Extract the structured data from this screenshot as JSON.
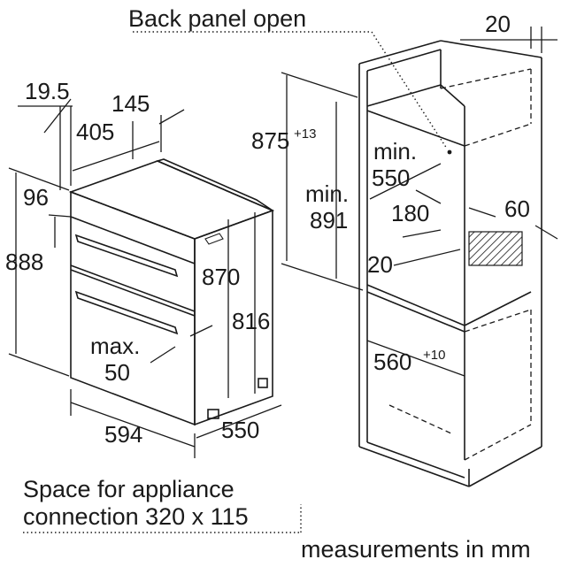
{
  "labels": {
    "back_panel_open": "Back panel open",
    "dim_20_top": "20",
    "dim_19_5": "19.5",
    "dim_145": "145",
    "dim_405": "405",
    "dim_96": "96",
    "dim_888": "888",
    "dim_870": "870",
    "dim_816": "816",
    "dim_max": "max.",
    "dim_50": "50",
    "dim_594": "594",
    "dim_550_depth": "550",
    "dim_875": "875",
    "dim_875_sup": "+13",
    "dim_min_891": "min.",
    "dim_891": "891",
    "dim_min_550": "min.",
    "dim_550_cab": "550",
    "dim_180": "180",
    "dim_60": "60",
    "dim_20_mid": "20",
    "dim_560": "560",
    "dim_560_sup": "+10",
    "note_line1": "Space for appliance",
    "note_line2": "connection 320 x 115",
    "units": "measurements in mm"
  }
}
